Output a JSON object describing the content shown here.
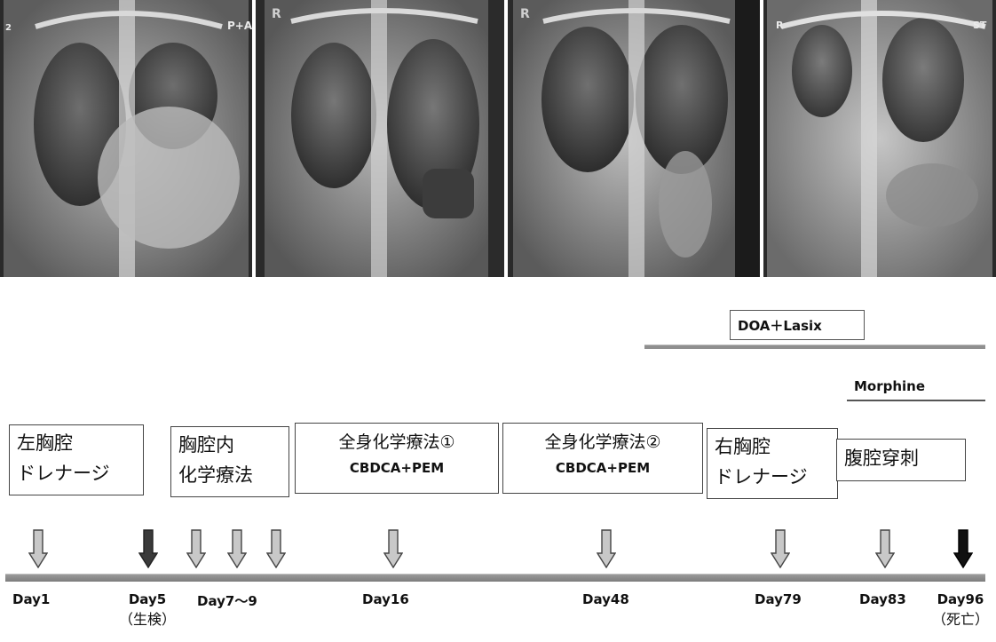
{
  "xrays": [
    {
      "corner_left": "2",
      "corner_right": "P+A"
    },
    {
      "corner_left": "R",
      "corner_right": ""
    },
    {
      "corner_left": "R",
      "corner_right": ""
    },
    {
      "corner_left": "R",
      "corner_right": "ST"
    }
  ],
  "treatments": {
    "doa": "DOA＋Lasix",
    "morphine": "Morphine"
  },
  "events": {
    "left_drainage": {
      "l1": "左胸腔",
      "l2": "ドレナージ"
    },
    "intrapleural": {
      "l1": "胸腔内",
      "l2": "化学療法"
    },
    "chemo1": {
      "l1": "全身化学療法①",
      "l2": "CBDCA+PEM"
    },
    "chemo2": {
      "l1": "全身化学療法②",
      "l2": "CBDCA+PEM"
    },
    "right_drainage": {
      "l1": "右胸腔",
      "l2": "ドレナージ"
    },
    "abdominal": {
      "l1": "腹腔穿刺"
    }
  },
  "days": {
    "d1": "Day1",
    "d5": "Day5",
    "d5_sub": "（生検）",
    "d7": "Day7～9",
    "d16": "Day16",
    "d48": "Day48",
    "d79": "Day79",
    "d83": "Day83",
    "d96": "Day96",
    "d96_sub": "（死亡）"
  },
  "colors": {
    "arrow_light": "#c8c8c8",
    "arrow_dark": "#3a3a3a",
    "arrow_black": "#111111",
    "axis": "#8a8a8a"
  }
}
